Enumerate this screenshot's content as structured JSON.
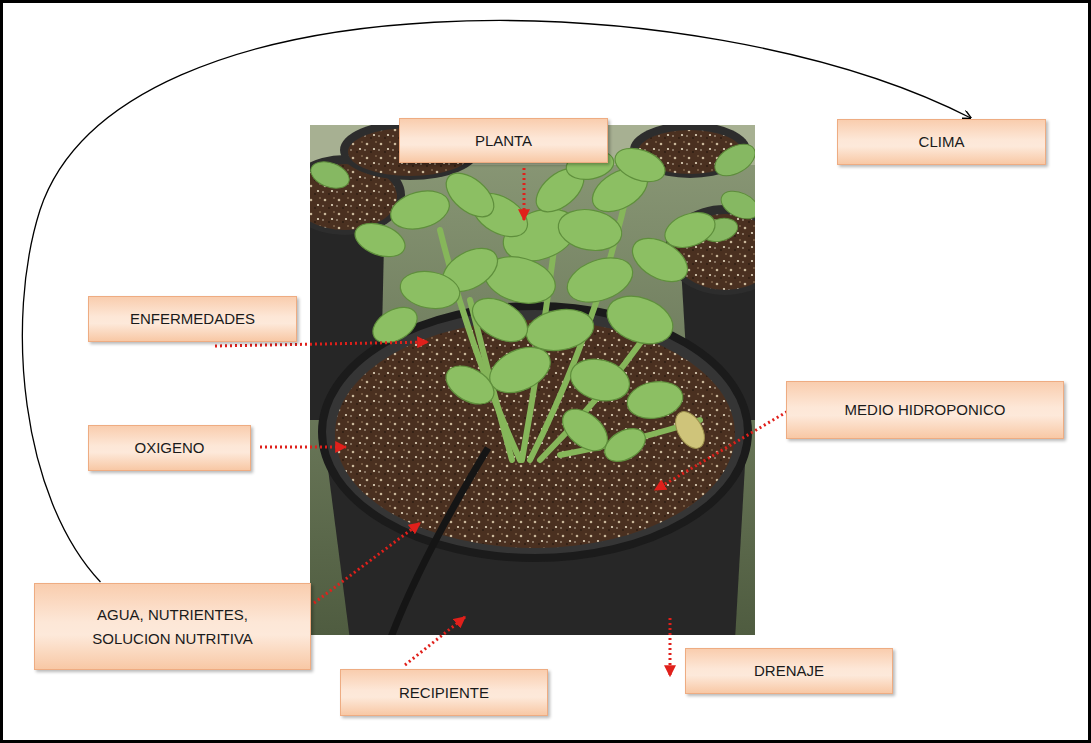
{
  "diagram": {
    "nodes": [
      {
        "text": [
          "PLANTA"
        ]
      },
      {
        "text": [
          "CLIMA"
        ]
      },
      {
        "text": [
          "ENFERMEDADES"
        ]
      },
      {
        "text": [
          "MEDIO HIDROPONICO"
        ]
      },
      {
        "text": [
          "OXIGENO"
        ]
      },
      {
        "text": [
          "AGUA, NUTRIENTES, SOLUCION NUTRITIVA"
        ]
      },
      {
        "text": [
          "DRENAJE"
        ]
      },
      {
        "text": [
          "RECIPIENTE"
        ]
      }
    ],
    "edges": [
      {
        "from": 5,
        "to": 1,
        "arrow": "to"
      }
    ]
  }
}
